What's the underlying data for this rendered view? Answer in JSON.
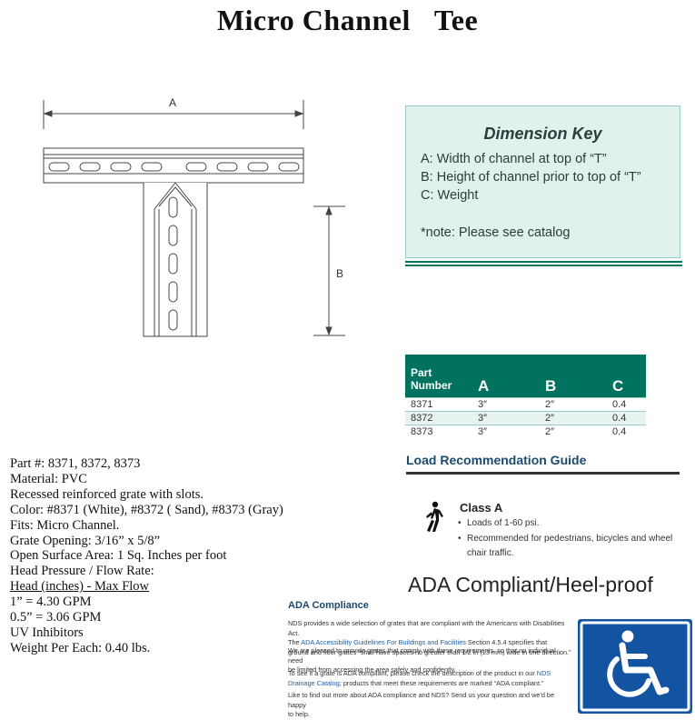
{
  "title": {
    "part1": "Micro Channel",
    "part2": "Tee"
  },
  "drawing": {
    "label_a": "A",
    "label_b": "B"
  },
  "dimension_key": {
    "title": "Dimension Key",
    "rows": [
      "A:  Width of channel at top of “T”",
      "B:  Height of channel prior to top of “T”",
      "C:  Weight"
    ],
    "note": "*note: Please see catalog"
  },
  "parts_table": {
    "header_part": [
      "Part",
      "Number"
    ],
    "columns": [
      "A",
      "B",
      "C"
    ],
    "rows": [
      [
        "8371",
        "3″",
        "2″",
        "0.4"
      ],
      [
        "8372",
        "3″",
        "2″",
        "0.4"
      ],
      [
        "8373",
        "3″",
        "2″",
        "0.4"
      ]
    ]
  },
  "specs": [
    "Part #: 8371, 8372, 8373",
    "Material: PVC",
    "Recessed reinforced grate with slots.",
    "Color: #8371 (White), #8372 ( Sand), #8373 (Gray)",
    "Fits: Micro Channel.",
    "Grate Opening: 3/16” x 5/8”",
    "Open Surface Area: 1 Sq. Inches per foot",
    "Head Pressure / Flow Rate:",
    "Head (inches) - Max Flow",
    "1” =  4.30 GPM",
    "0.5” = 3.06 GPM",
    "UV Inhibitors",
    "Weight Per Each: 0.40 lbs."
  ],
  "load_guide": {
    "title": "Load Recommendation Guide",
    "class": "Class A",
    "bullets": [
      "Loads of 1-60 psi.",
      "Recommended for pedestrians, bicycles and wheel",
      "chair traffic."
    ]
  },
  "ada": {
    "headline": "ADA Compliant/Heel-proof",
    "section_title": "ADA Compliance",
    "p1": {
      "l1": "NDS provides a wide selection of grates that are compliant with the Americans with Disabilities Act.",
      "l2a": "The ",
      "link1": "ADA Accessibility Guidelines For Buildings and Facilities",
      "l2b": " Section 4.5.4 specifies that",
      "l3": "ground and floor grates “shall have spaces no greater than 1/2 in (13 mm) wide in one direction.”"
    },
    "p2": {
      "l1": "We are pleased to provide grates that comply with these requirements, so that no individual need",
      "l2": "be limited from accessing the area safely and confidently."
    },
    "p3": {
      "l1a": "To see if a grate is ADA compliant, please check the description of the product in our ",
      "link_nds": "NDS",
      "link2": "Drainage Catalog",
      "l2b": "; products that meet these requirements are marked “ADA compliant.”"
    },
    "p4": {
      "l1": "Like to find out more about ADA compliance and NDS? Send us your question and we'd be happy",
      "l2": "to help."
    }
  },
  "colors": {
    "accent_green": "#00725f",
    "key_bg": "#e1f1ee",
    "ada_blue": "#1354a2",
    "heading_blue": "#1b4a6e"
  },
  "icons": [
    "pedestrian-icon",
    "wheelchair-icon"
  ]
}
